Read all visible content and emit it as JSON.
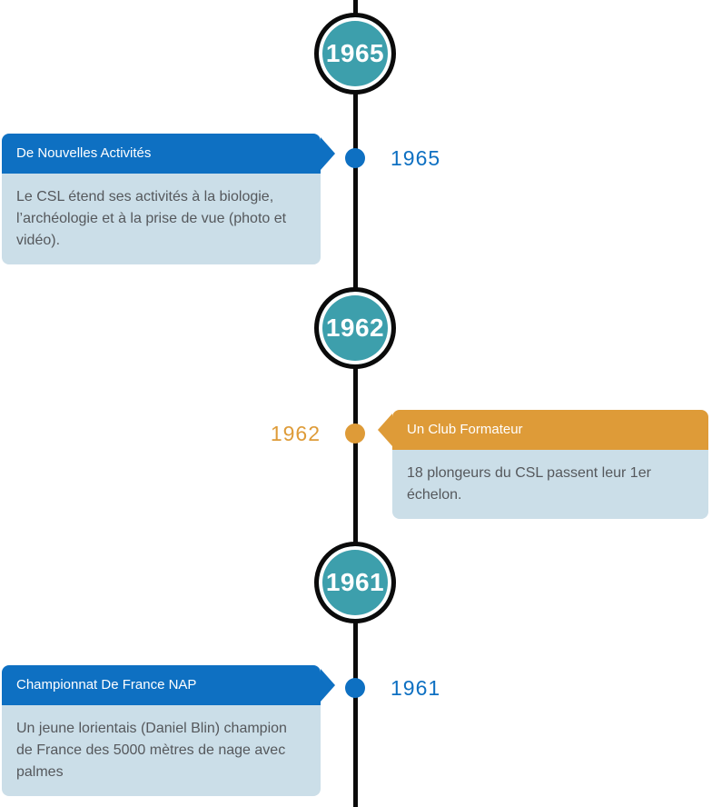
{
  "timeline": {
    "colors": {
      "line": "#0b0b0b",
      "era_fill": "#3d9fac",
      "era_ring": "#0b0b0b",
      "card_body_bg": "#cbdee8",
      "blue_accent": "#0e70c2",
      "orange_accent": "#de9b38"
    },
    "eras": [
      {
        "year": "1965"
      },
      {
        "year": "1962"
      },
      {
        "year": "1961"
      }
    ],
    "events": [
      {
        "year_label": "1965",
        "title": "De Nouvelles Activités",
        "description": "Le CSL étend ses activités à la biologie, l’archéologie et à la prise de vue (photo et vidéo).",
        "side": "left",
        "accent_color": "#0e70c2"
      },
      {
        "year_label": "1962",
        "title": "Un Club Formateur",
        "description": "18 plongeurs du CSL passent leur 1er échelon.",
        "side": "right",
        "accent_color": "#de9b38"
      },
      {
        "year_label": "1961",
        "title": "Championnat De France NAP",
        "description": "Un jeune lorientais (Daniel Blin) champion de France des 5000 mètres de nage avec palmes",
        "side": "left",
        "accent_color": "#0e70c2"
      }
    ]
  }
}
